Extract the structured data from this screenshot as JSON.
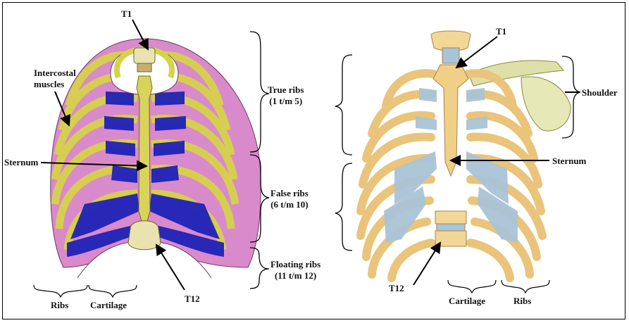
{
  "left_model": {
    "labels": {
      "t1": "T1",
      "intercostal_line1": "Intercostal",
      "intercostal_line2": "muscles",
      "sternum": "Sternum",
      "t12": "T12",
      "ribs": "Ribs",
      "cartilage": "Cartilage"
    },
    "colors": {
      "rib_yellow": "#d6d24a",
      "muscle_pink": "#d98acb",
      "cartilage_blue": "#1f22b8",
      "bone_cream": "#e8e3b0"
    }
  },
  "middle_brackets": {
    "true_ribs_line1": "True ribs",
    "true_ribs_line2": "(1 t/m 5)",
    "false_ribs_line1": "False ribs",
    "false_ribs_line2": "(6 t/m 10)",
    "floating_ribs_line1": "Floating ribs",
    "floating_ribs_line2": "(11 t/m 12)"
  },
  "right_model": {
    "labels": {
      "t1": "T1",
      "shoulder": "Shoulder",
      "sternum": "Sternum",
      "t12": "T12",
      "cartilage": "Cartilage",
      "ribs": "Ribs"
    },
    "colors": {
      "bone_tan": "#e9c47a",
      "cartilage_lightblue": "#a9c4d6"
    }
  }
}
